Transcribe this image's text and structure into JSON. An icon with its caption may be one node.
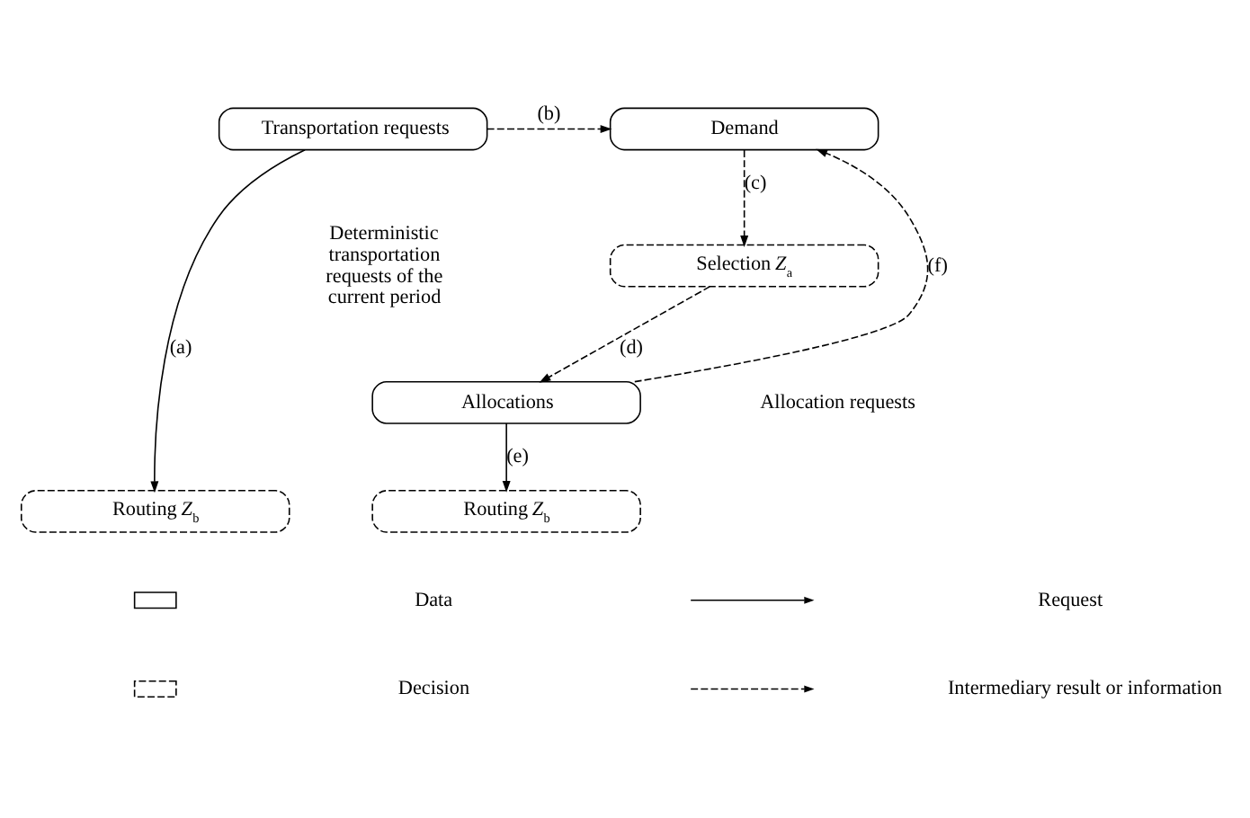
{
  "diagram": {
    "nodes": [
      {
        "text": [
          "Transportation requests"
        ]
      },
      {
        "text": [
          "Demand"
        ]
      },
      {
        "text": [
          "Selection *Z*$_{a}$"
        ]
      },
      {
        "text": [
          "Allocations"
        ]
      },
      {
        "text": [
          "Routing *Z*$_{b}$"
        ]
      },
      {
        "text": [
          "Routing *Z*$_{b}$"
        ]
      }
    ],
    "edges": [
      {
        "from": 0,
        "to": 4,
        "arrow": "to",
        "label": "(a)"
      },
      {
        "from": 0,
        "to": 1,
        "arrow": "to",
        "label": "(b)",
        "style": "dashed"
      },
      {
        "from": 1,
        "to": 2,
        "arrow": "to",
        "label": "(c)",
        "style": "dashed"
      },
      {
        "from": 2,
        "to": 3,
        "arrow": "to",
        "label": "(d)",
        "style": "dashed"
      },
      {
        "from": 3,
        "to": 5,
        "arrow": "to",
        "label": "(e)"
      },
      {
        "from": 3,
        "to": 1,
        "arrow": "to",
        "label": "(f)",
        "style": "dashed"
      }
    ],
    "labels": [
      "Deterministic transportation requests of the current period",
      "Allocation requests"
    ],
    "legend": [
      {
        "text": "Data"
      },
      {
        "text": "Request"
      },
      {
        "text": "Decision"
      },
      {
        "text": "Intermediary result or information"
      }
    ]
  }
}
